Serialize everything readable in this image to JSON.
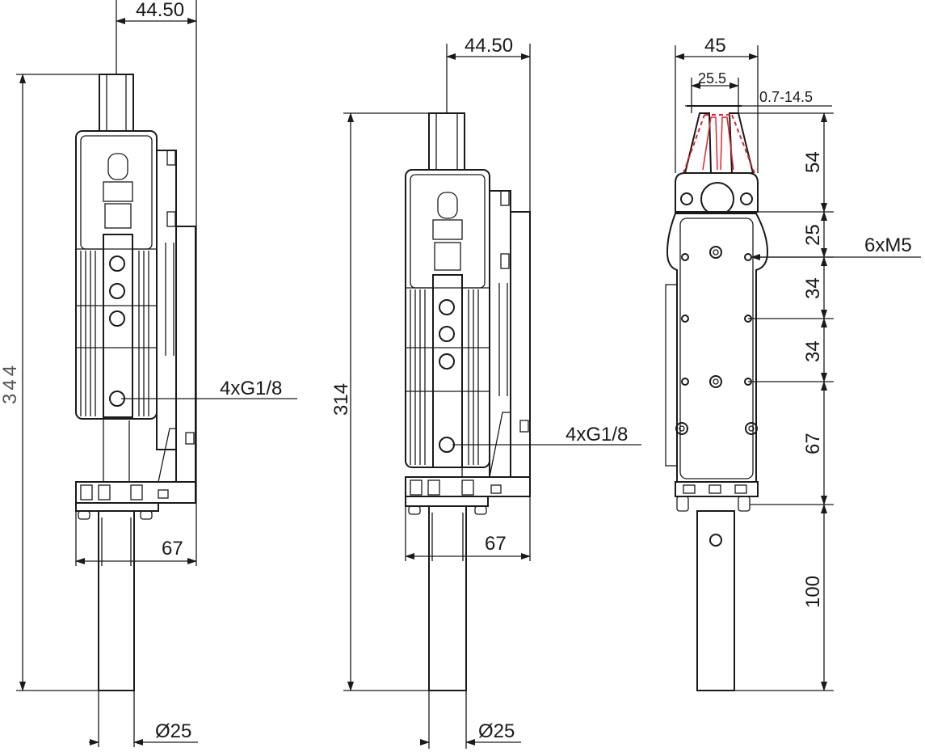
{
  "views": {
    "left": {
      "width_top": "44.50",
      "height_total": "344",
      "ports": "4xG1/8",
      "width_bottom": "67",
      "shaft_dia": "Ø25"
    },
    "middle": {
      "width_top": "44.50",
      "height_total": "314",
      "ports": "4xG1/8",
      "width_bottom": "67",
      "shaft_dia": "Ø25"
    },
    "right": {
      "width_total": "45",
      "jaw_width": "25.5",
      "stroke_range": "0.7-14.5",
      "threads": "6xM5",
      "heights": [
        "54",
        "25",
        "34",
        "34",
        "67",
        "100"
      ]
    }
  },
  "colors": {
    "line": "#1a1a1a",
    "jaw_highlight": "#e0242a"
  }
}
